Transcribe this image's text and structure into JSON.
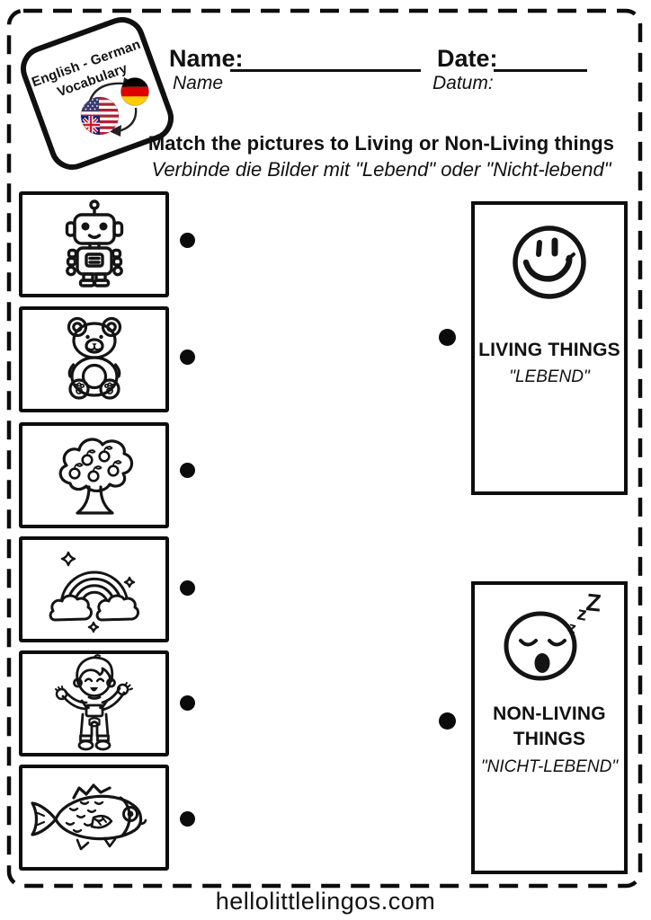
{
  "colors": {
    "ink": "#111111",
    "paper": "#ffffff",
    "german_flag": [
      "#000000",
      "#dd0000",
      "#ffce00"
    ],
    "us_flag": {
      "stripes": "#b22234",
      "canton": "#3c3b6e"
    },
    "uk_flag": {
      "field": "#00247d",
      "diagonal_cross": "#cf142b"
    }
  },
  "badge": {
    "line1": "English - German",
    "line2": "Vocabulary",
    "icons": [
      "us-uk-flag-icon",
      "german-flag-icon",
      "swap-arrows-icon"
    ]
  },
  "header": {
    "name_label": "Name:",
    "name_sublabel": "Name",
    "date_label": "Date:",
    "date_sublabel": "Datum:"
  },
  "instructions": {
    "title_en": "Match the pictures to Living or Non-Living things",
    "title_de": "Verbinde die Bilder mit \"Lebend\" oder \"Nicht-lebend\""
  },
  "pictures": [
    {
      "name": "robot",
      "icon": "robot-icon"
    },
    {
      "name": "teddy-bear",
      "icon": "teddy-bear-icon"
    },
    {
      "name": "apple-tree",
      "icon": "apple-tree-icon"
    },
    {
      "name": "rainbow",
      "icon": "rainbow-icon"
    },
    {
      "name": "boy",
      "icon": "boy-icon"
    },
    {
      "name": "fish",
      "icon": "fish-icon"
    }
  ],
  "categories": [
    {
      "title": "LIVING THINGS",
      "subtitle": "\"LEBEND\"",
      "icon": "smiley-face-icon"
    },
    {
      "title": "NON-LIVING THINGS",
      "subtitle": "\"NICHT-LEBEND\"",
      "icon": "sleeping-face-icon"
    }
  ],
  "footer": {
    "website": "hellolittlelingos.com"
  }
}
